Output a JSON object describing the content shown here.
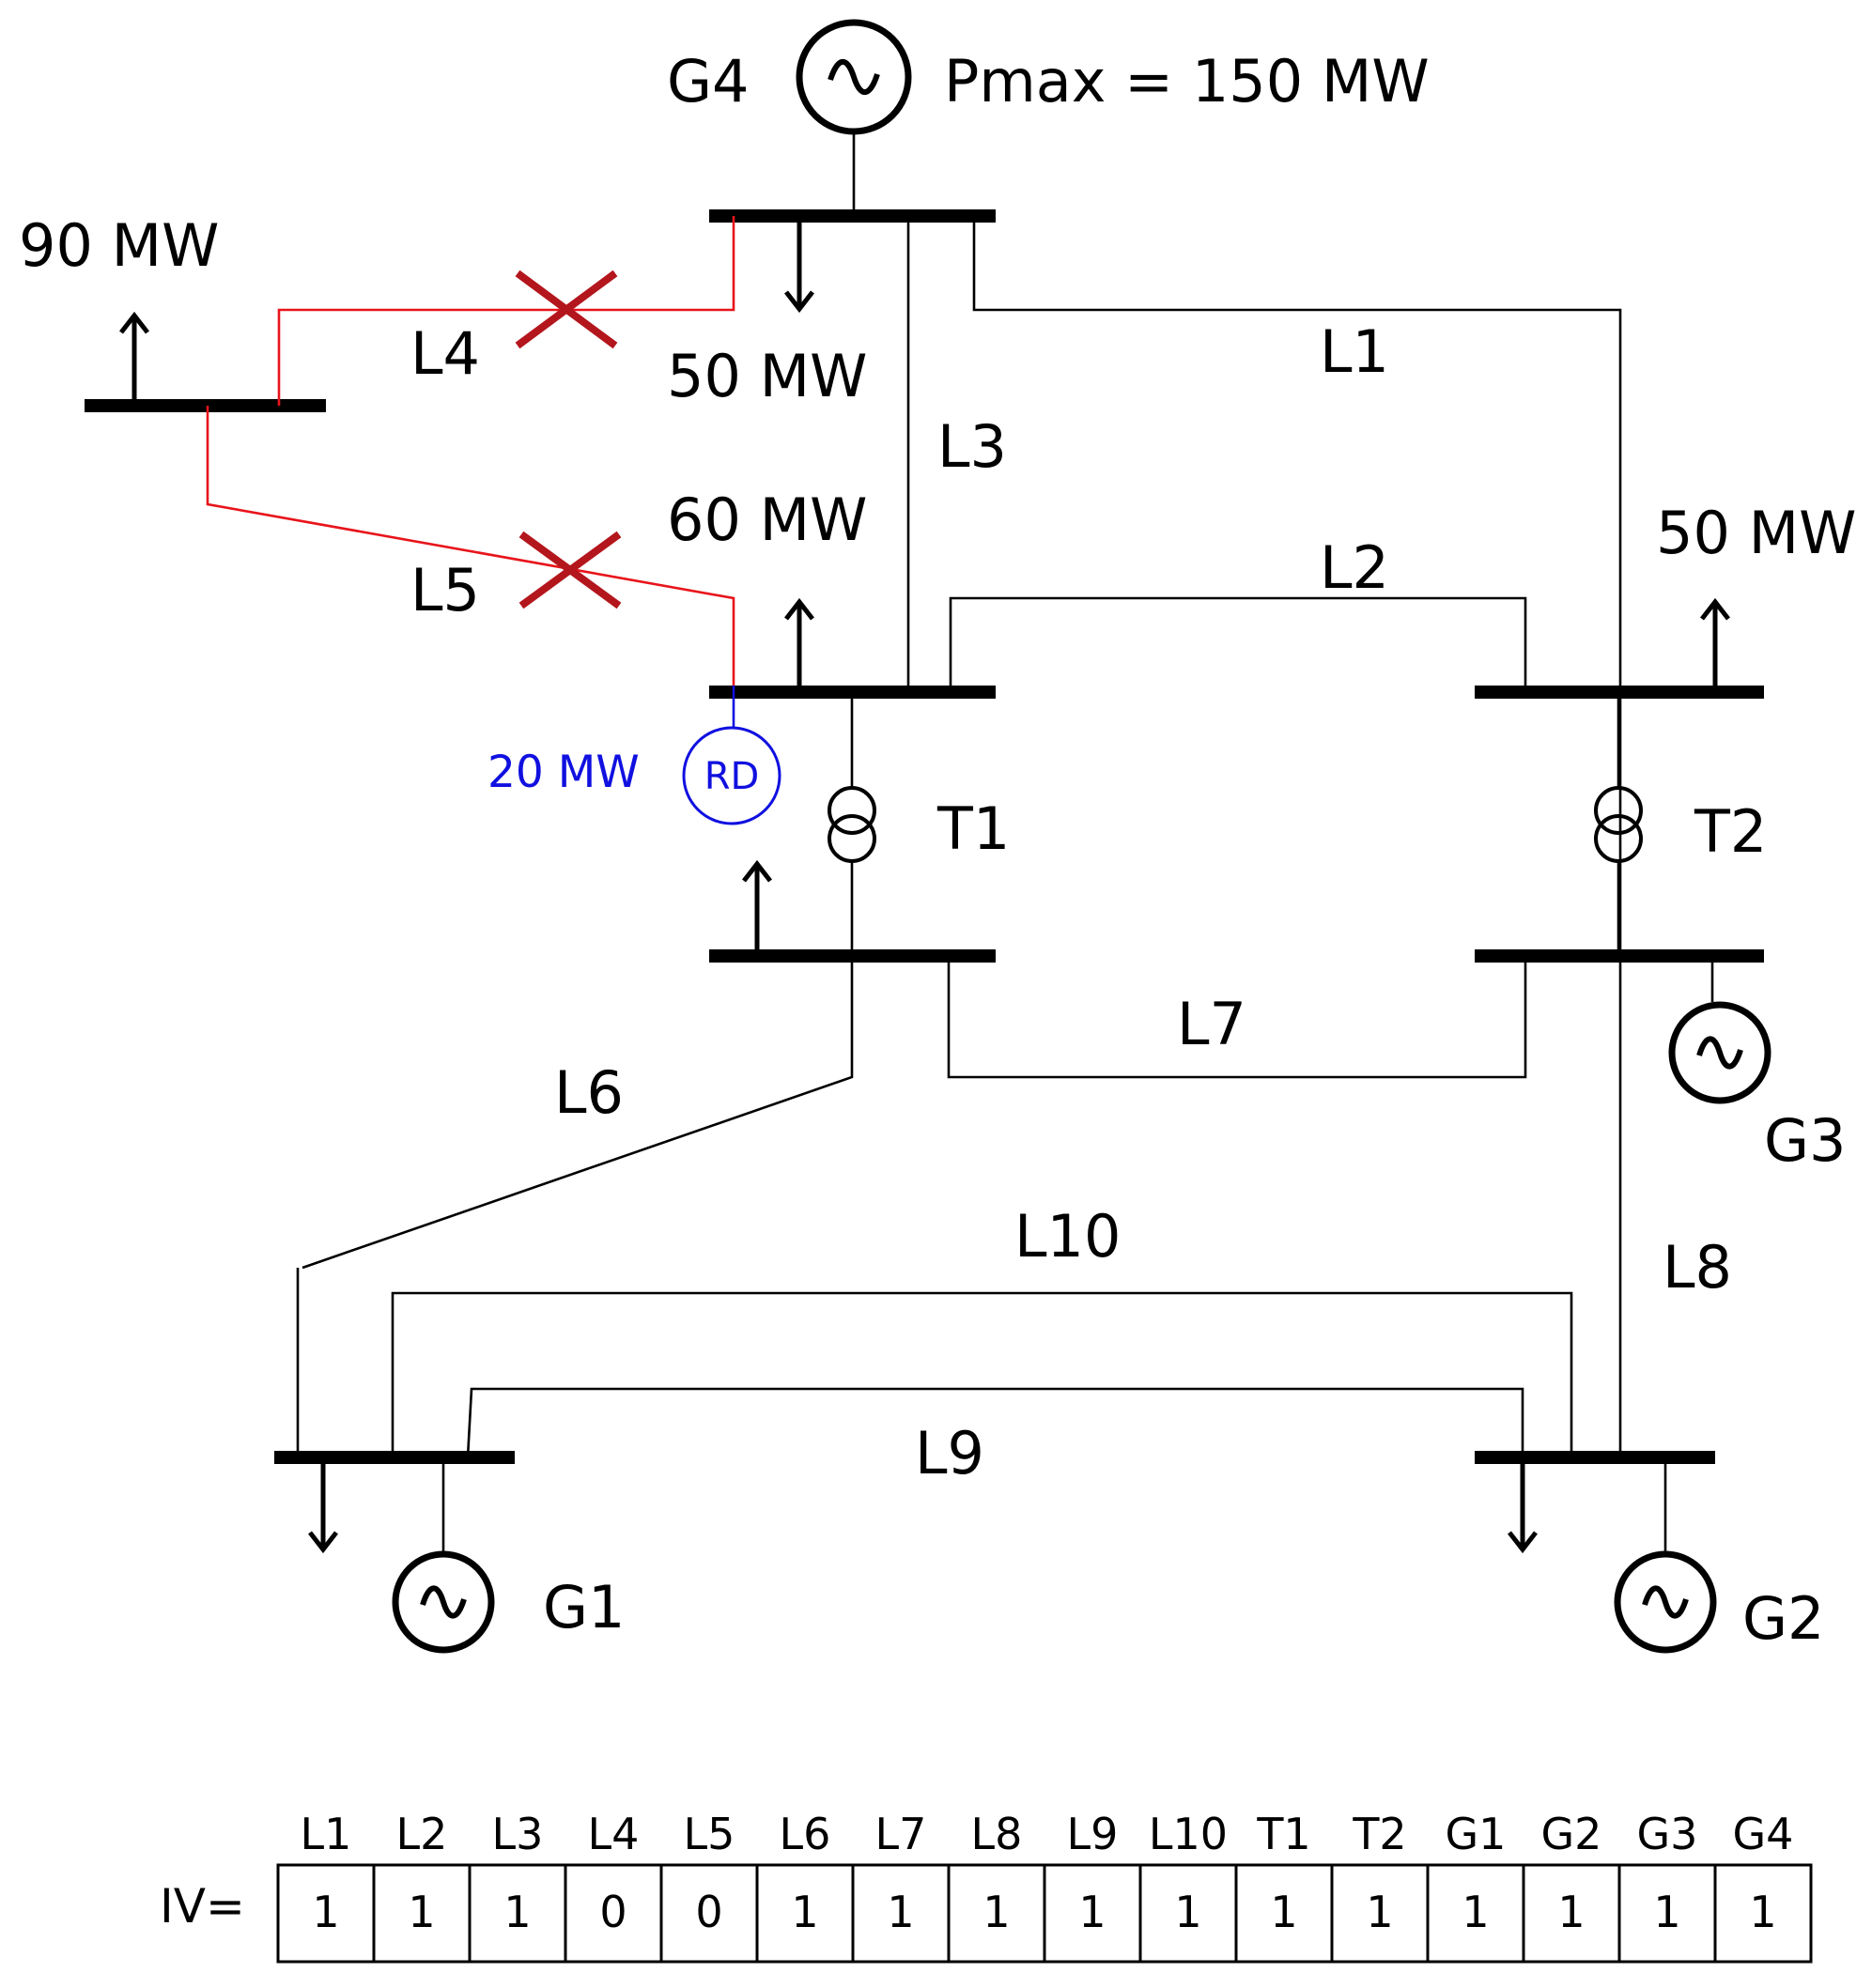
{
  "generators": {
    "G4": {
      "name": "G4",
      "rating": "Pmax = 150 MW"
    },
    "G1": {
      "name": "G1"
    },
    "G2": {
      "name": "G2"
    },
    "G3": {
      "name": "G3"
    }
  },
  "loads": {
    "left_bus": "90 MW",
    "top_bus": "50 MW",
    "mid_bus": "60 MW",
    "right_bus": "50 MW"
  },
  "lines": {
    "L1": "L1",
    "L2": "L2",
    "L3": "L3",
    "L4": "L4",
    "L5": "L5",
    "L6": "L6",
    "L7": "L7",
    "L8": "L8",
    "L9": "L9",
    "L10": "L10"
  },
  "transformers": {
    "T1": "T1",
    "T2": "T2"
  },
  "renewable": {
    "power": "20 MW",
    "label": "RD"
  },
  "iv_table": {
    "prefix": "IV=",
    "headers": [
      "L1",
      "L2",
      "L3",
      "L4",
      "L5",
      "L6",
      "L7",
      "L8",
      "L9",
      "L10",
      "T1",
      "T2",
      "G1",
      "G2",
      "G3",
      "G4"
    ],
    "values": [
      "1",
      "1",
      "1",
      "0",
      "0",
      "1",
      "1",
      "1",
      "1",
      "1",
      "1",
      "1",
      "1",
      "1",
      "1",
      "1"
    ]
  },
  "colors": {
    "tripped_line": "#e8141b",
    "trip_cross": "#b3161c",
    "renewable": "#1010e0"
  }
}
